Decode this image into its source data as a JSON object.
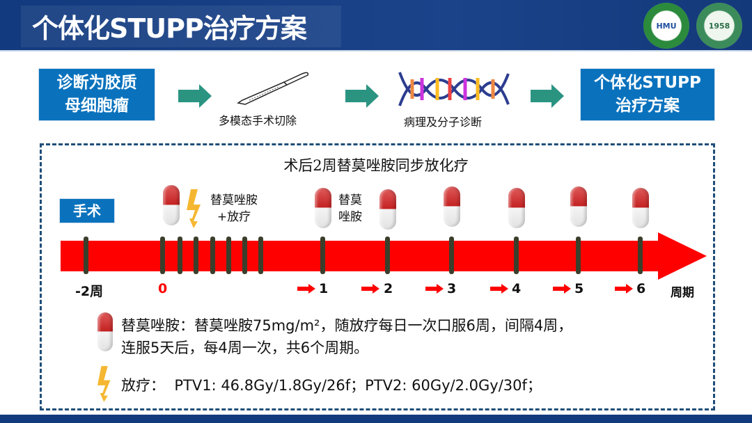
{
  "header": {
    "title": "个体化STUPP治疗方案",
    "logos": [
      "HMU",
      "1958"
    ]
  },
  "flow": {
    "step1": "诊断为胶质\n母细胞瘤",
    "step1_lines": [
      "诊断为胶质",
      "母细胞瘤"
    ],
    "surgery_caption": "多模态手术切除",
    "pathology_caption": "病理及分子诊断",
    "step4_lines": [
      "个体化STUPP",
      "治疗方案"
    ]
  },
  "timeline": {
    "title": "术后2周替莫唑胺同步放化疗",
    "surgery_label": "手术",
    "concurrent_label_lines": [
      "替莫唑胺",
      "+放疗"
    ],
    "tmz_label_lines": [
      "替莫",
      "唑胺"
    ],
    "axis_labels": [
      "-2周",
      "0",
      "1",
      "2",
      "3",
      "4",
      "5",
      "6",
      "周期"
    ]
  },
  "legend": {
    "tmz_lines": [
      "替莫唑胺：替莫唑胺75mg/m²，随放疗每日一次口服6周，间隔4周，",
      "连服5天后，每4周一次，共6个周期。"
    ],
    "radio": "放疗：  PTV1: 46.8Gy/1.8Gy/26f；PTV2: 60Gy/2.0Gy/30f；"
  },
  "colors": {
    "navy": "#123a7e",
    "blue_box": "#0a72bd",
    "teal_arrow": "#2a9481",
    "red": "#ff0000",
    "bolt": "#f5b731"
  }
}
